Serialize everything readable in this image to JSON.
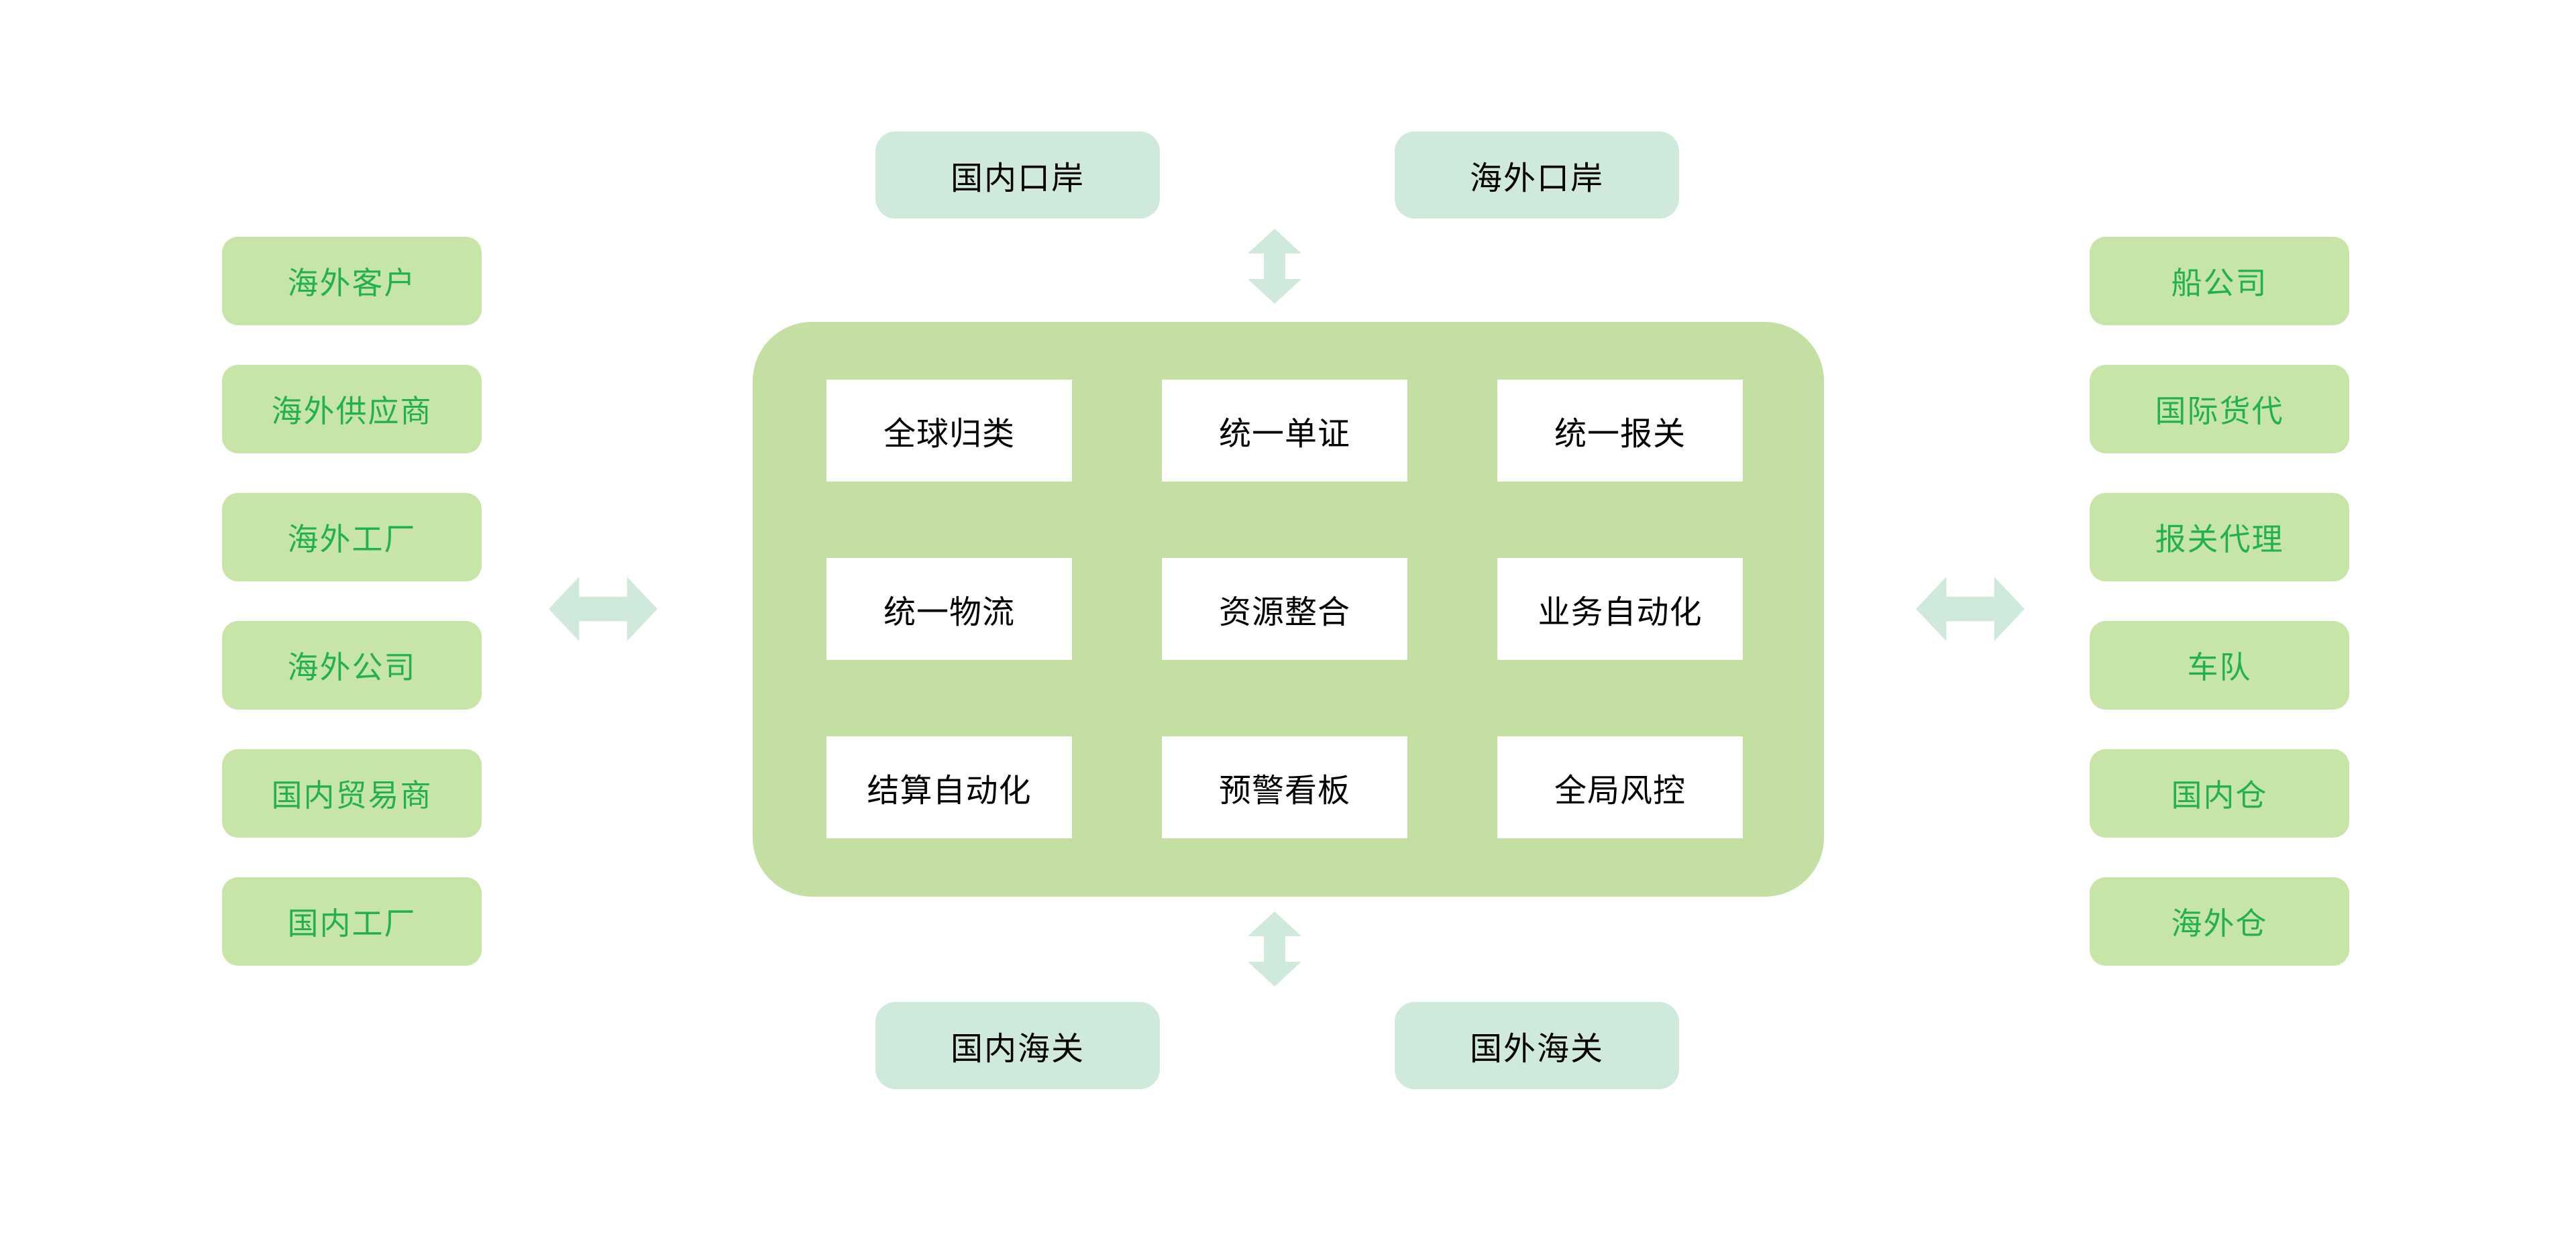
{
  "colors": {
    "side_fill": "#c8e5a8",
    "center_fill": "#c3dfa1",
    "mint_fill": "#cfe9da",
    "green_text": "#22b14c",
    "cell_fill": "#ffffff",
    "dark_text": "#000000"
  },
  "top_nodes": [
    {
      "label": "国内口岸"
    },
    {
      "label": "海外口岸"
    }
  ],
  "bottom_nodes": [
    {
      "label": "国内海关"
    },
    {
      "label": "国外海关"
    }
  ],
  "left_nodes": [
    {
      "label": "海外客户"
    },
    {
      "label": "海外供应商"
    },
    {
      "label": "海外工厂"
    },
    {
      "label": "海外公司"
    },
    {
      "label": "国内贸易商"
    },
    {
      "label": "国内工厂"
    }
  ],
  "right_nodes": [
    {
      "label": "船公司"
    },
    {
      "label": "国际货代"
    },
    {
      "label": "报关代理"
    },
    {
      "label": "车队"
    },
    {
      "label": "国内仓"
    },
    {
      "label": "海外仓"
    }
  ],
  "center_cells": [
    {
      "label": "全球归类"
    },
    {
      "label": "统一单证"
    },
    {
      "label": "统一报关"
    },
    {
      "label": "统一物流"
    },
    {
      "label": "资源整合"
    },
    {
      "label": "业务自动化"
    },
    {
      "label": "结算自动化"
    },
    {
      "label": "预警看板"
    },
    {
      "label": "全局风控"
    }
  ]
}
